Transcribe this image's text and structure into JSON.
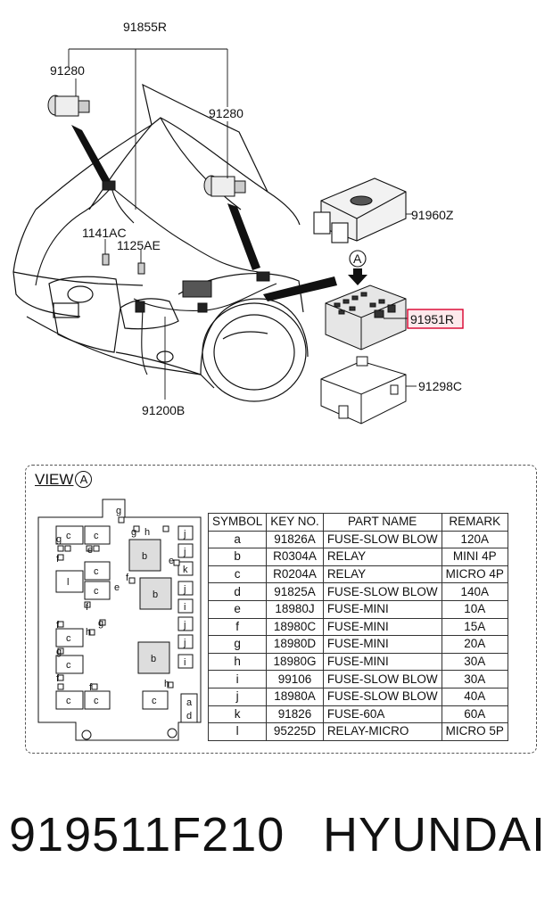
{
  "labels": {
    "p91855R": "91855R",
    "p91280_left": "91280",
    "p91280_right": "91280",
    "p1141AC": "1141AC",
    "p1125AE": "1125AE",
    "p91200B": "91200B",
    "p91960Z": "91960Z",
    "p91951R": "91951R",
    "p91298C": "91298C",
    "view_marker": "A"
  },
  "view": {
    "title": "VIEW",
    "marker": "A"
  },
  "fusebox_letters": {
    "c": "c",
    "b": "b",
    "l": "l",
    "e": "e",
    "f": "f",
    "g": "g",
    "h": "h",
    "i": "i",
    "j": "j",
    "k": "k",
    "a": "a",
    "d": "d"
  },
  "table": {
    "headers": [
      "SYMBOL",
      "KEY NO.",
      "PART NAME",
      "REMARK"
    ],
    "rows": [
      [
        "a",
        "91826A",
        "FUSE-SLOW BLOW",
        "120A"
      ],
      [
        "b",
        "R0304A",
        "RELAY",
        "MINI 4P"
      ],
      [
        "c",
        "R0204A",
        "RELAY",
        "MICRO 4P"
      ],
      [
        "d",
        "91825A",
        "FUSE-SLOW BLOW",
        "140A"
      ],
      [
        "e",
        "18980J",
        "FUSE-MINI",
        "10A"
      ],
      [
        "f",
        "18980C",
        "FUSE-MINI",
        "15A"
      ],
      [
        "g",
        "18980D",
        "FUSE-MINI",
        "20A"
      ],
      [
        "h",
        "18980G",
        "FUSE-MINI",
        "30A"
      ],
      [
        "i",
        "99106",
        "FUSE-SLOW BLOW",
        "30A"
      ],
      [
        "j",
        "18980A",
        "FUSE-SLOW BLOW",
        "40A"
      ],
      [
        "k",
        "91826",
        "FUSE-60A",
        "60A"
      ],
      [
        "l",
        "95225D",
        "RELAY-MICRO",
        "MICRO 5P"
      ]
    ]
  },
  "footer": {
    "part_number": "919511F210",
    "brand": "HYUNDAI"
  },
  "colors": {
    "callout_border": "#d9002e",
    "callout_fill": "#fde9ec",
    "line": "#111111"
  }
}
